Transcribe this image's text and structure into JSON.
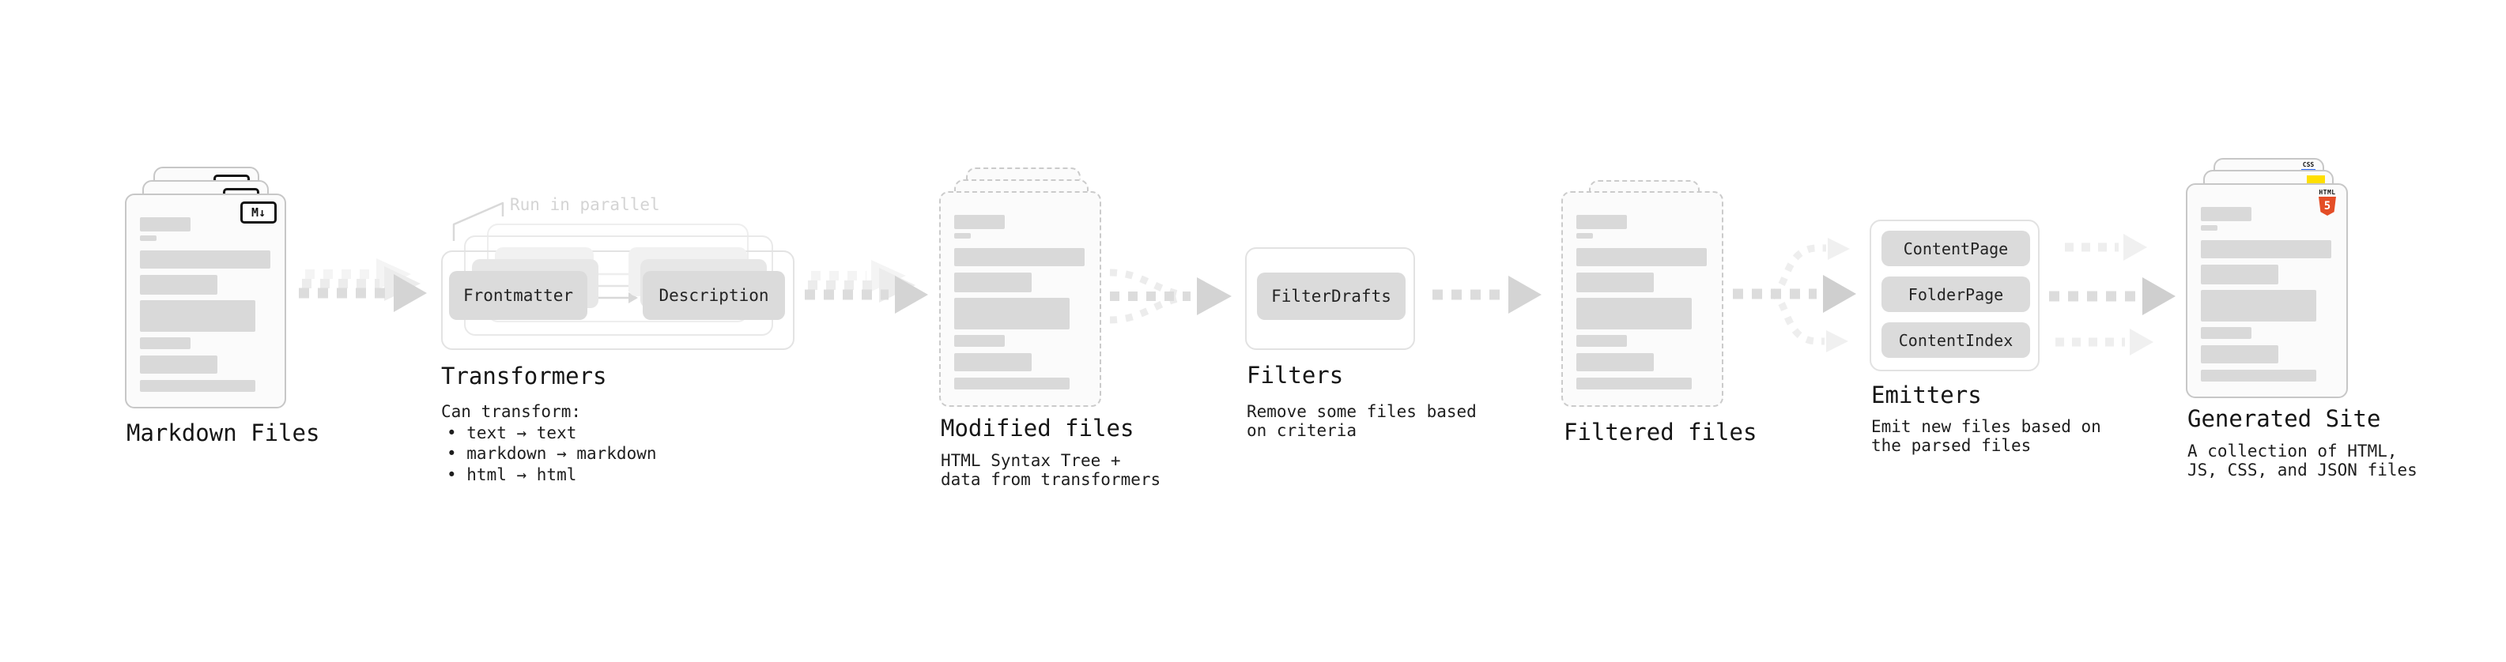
{
  "diagram": {
    "stages": {
      "markdown_files": {
        "title": "Markdown Files",
        "badge": "M↓"
      },
      "transformers": {
        "title": "Transformers",
        "annotation": "Run in parallel",
        "left_box": "Frontmatter",
        "right_box": "Description",
        "desc_heading": "Can transform:",
        "bullets": [
          "• text → text",
          "• markdown → markdown",
          "• html → html"
        ]
      },
      "modified_files": {
        "title": "Modified files",
        "desc_lines": [
          "HTML Syntax Tree +",
          "data from transformers"
        ]
      },
      "filters": {
        "title": "Filters",
        "box": "FilterDrafts",
        "desc_lines": [
          "Remove some files based",
          "on criteria"
        ]
      },
      "filtered_files": {
        "title": "Filtered files"
      },
      "emitters": {
        "title": "Emitters",
        "boxes": [
          "ContentPage",
          "FolderPage",
          "ContentIndex"
        ],
        "desc_lines": [
          "Emit new files based on",
          "the parsed files"
        ]
      },
      "generated_site": {
        "title": "Generated Site",
        "desc_lines": [
          "A collection of HTML,",
          "JS, CSS, and JSON files"
        ],
        "badges": {
          "css_label": "CSS",
          "html_label": "HTML",
          "html_number": "5"
        }
      }
    },
    "colors": {
      "bar": "#d9d9d9",
      "card_border": "#c7c7c7",
      "dashed_border": "#cbcbcb",
      "box_fill": "#dbdbdb",
      "arrow_dark": "#dcdcdc",
      "arrow_light": "#efefef",
      "annotation_gray": "#d4d4d4",
      "html5_orange": "#e44d26",
      "js_yellow": "#ffdf00",
      "css_blue": "#2965f1"
    },
    "doc_bar_pattern": [
      {
        "w": 64,
        "h": 18,
        "mt": 0
      },
      {
        "w": 21,
        "h": 7,
        "mt": 5
      },
      {
        "w": 165,
        "h": 23,
        "mt": 12
      },
      {
        "w": 98,
        "h": 25,
        "mt": 8
      },
      {
        "w": 146,
        "h": 40,
        "mt": 7
      },
      {
        "w": 64,
        "h": 15,
        "mt": 7
      },
      {
        "w": 98,
        "h": 23,
        "mt": 8
      },
      {
        "w": 146,
        "h": 15,
        "mt": 8
      }
    ]
  }
}
